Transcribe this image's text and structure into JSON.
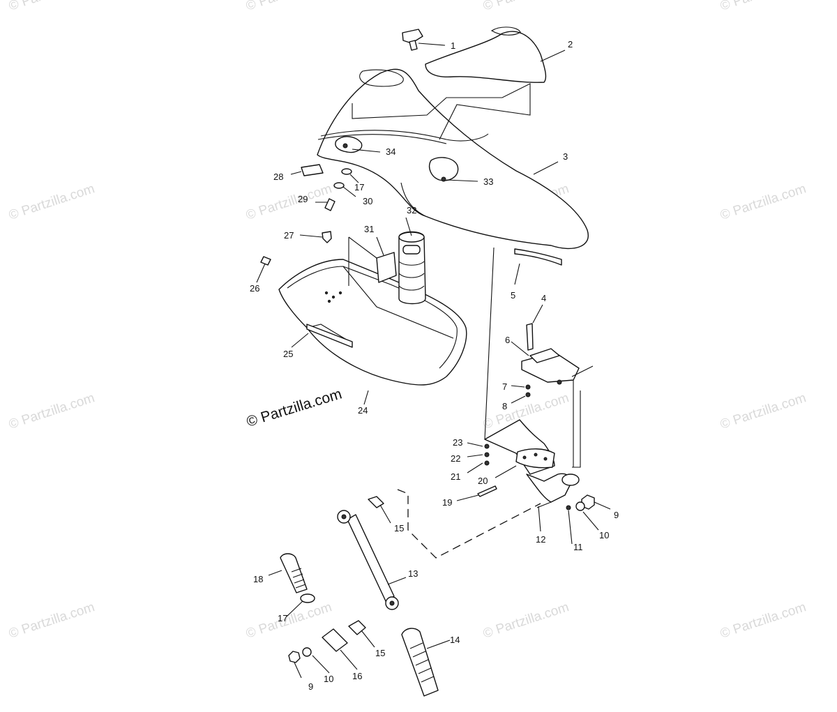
{
  "copyright": "© Partzilla.com",
  "watermark": "© Partzilla.com",
  "callouts": [
    "1",
    "2",
    "3",
    "34",
    "33",
    "28",
    "17",
    "30",
    "29",
    "32",
    "31",
    "27",
    "26",
    "25",
    "24",
    "5",
    "4",
    "6",
    "7",
    "8",
    "23",
    "22",
    "21",
    "20",
    "19",
    "15",
    "12",
    "11",
    "10",
    "9",
    "13",
    "18",
    "17",
    "15",
    "10",
    "16",
    "9",
    "14"
  ]
}
